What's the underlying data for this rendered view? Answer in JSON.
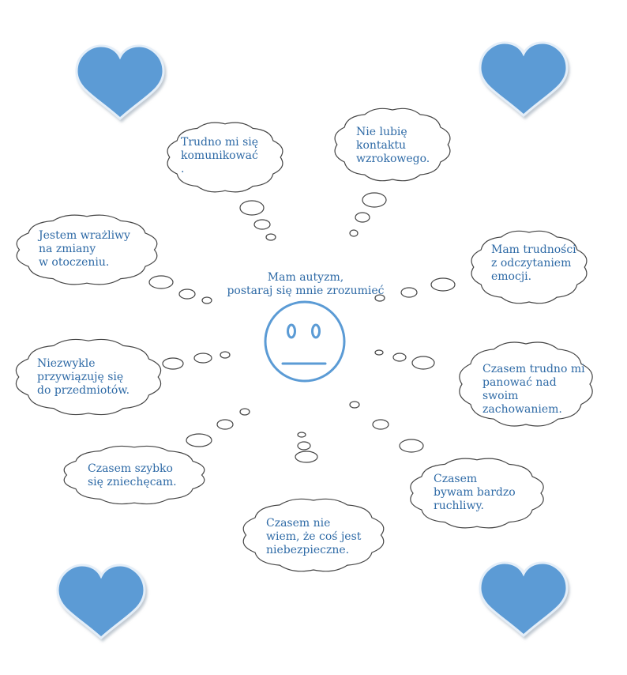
{
  "center": {
    "text": "Mam autyzm,\npostaraj się mnie zrozumieć"
  },
  "thoughts": [
    {
      "id": "communication",
      "text": "Trudno mi się\nkomunikować\n."
    },
    {
      "id": "eye-contact",
      "text": "Nie lubię\n kontaktu\nwzrokowego."
    },
    {
      "id": "sensitive",
      "text": "Jestem wrażliwy\nna zmiany\nw otoczeniu."
    },
    {
      "id": "emotions",
      "text": "Mam trudności\nz odczytaniem\nemocji."
    },
    {
      "id": "objects",
      "text": "Niezwykle\nprzywiązuję się\ndo przedmiotów."
    },
    {
      "id": "behaviour",
      "text": "Czasem trudno mi\npanować nad\nswoim\nzachowaniem."
    },
    {
      "id": "discouraged",
      "text": "Czasem szybko\n się zniechęcam."
    },
    {
      "id": "active",
      "text": "Czasem\nbywam bardzo\nruchliwy."
    },
    {
      "id": "danger",
      "text": "Czasem nie\n wiem, że coś jest\nniebezpieczne."
    }
  ],
  "colors": {
    "cloud_stroke": "#444444",
    "heart_fill": "#5b9bd5",
    "heart_outline": "#d9e6f2",
    "face_stroke": "#5b9bd5",
    "text": "#2e6aa6"
  },
  "icons": [
    "heart-icon",
    "smiley-face-icon",
    "thought-cloud-icon"
  ]
}
